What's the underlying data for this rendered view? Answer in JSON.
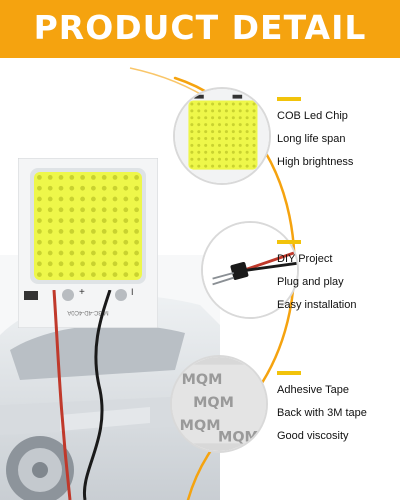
{
  "header": {
    "title": "PRODUCT DETAIL"
  },
  "colors": {
    "header_bg": "#f5a30f",
    "accent_dash": "#f2c30a",
    "led_face": "#eef74a",
    "arc": "#f5a30f"
  },
  "panel": {
    "top_marking": "M-3C-4D-4C0A",
    "plus_symbol": "+",
    "minus_symbol": "I",
    "bottom_logo_icon": "cd-logo-icon"
  },
  "features": [
    {
      "icon": "cob-led-chip-closeup",
      "lines": [
        "COB Led Chip",
        "Long life span",
        "High brightness"
      ]
    },
    {
      "icon": "dual-plug-connector",
      "lines": [
        "DIY Project",
        "Plug and play",
        "Easy installation"
      ]
    },
    {
      "icon": "adhesive-tape-closeup",
      "lines": [
        "Adhesive Tape",
        "Back with 3M tape",
        "Good viscosity"
      ],
      "tape_text": "MQM"
    }
  ]
}
